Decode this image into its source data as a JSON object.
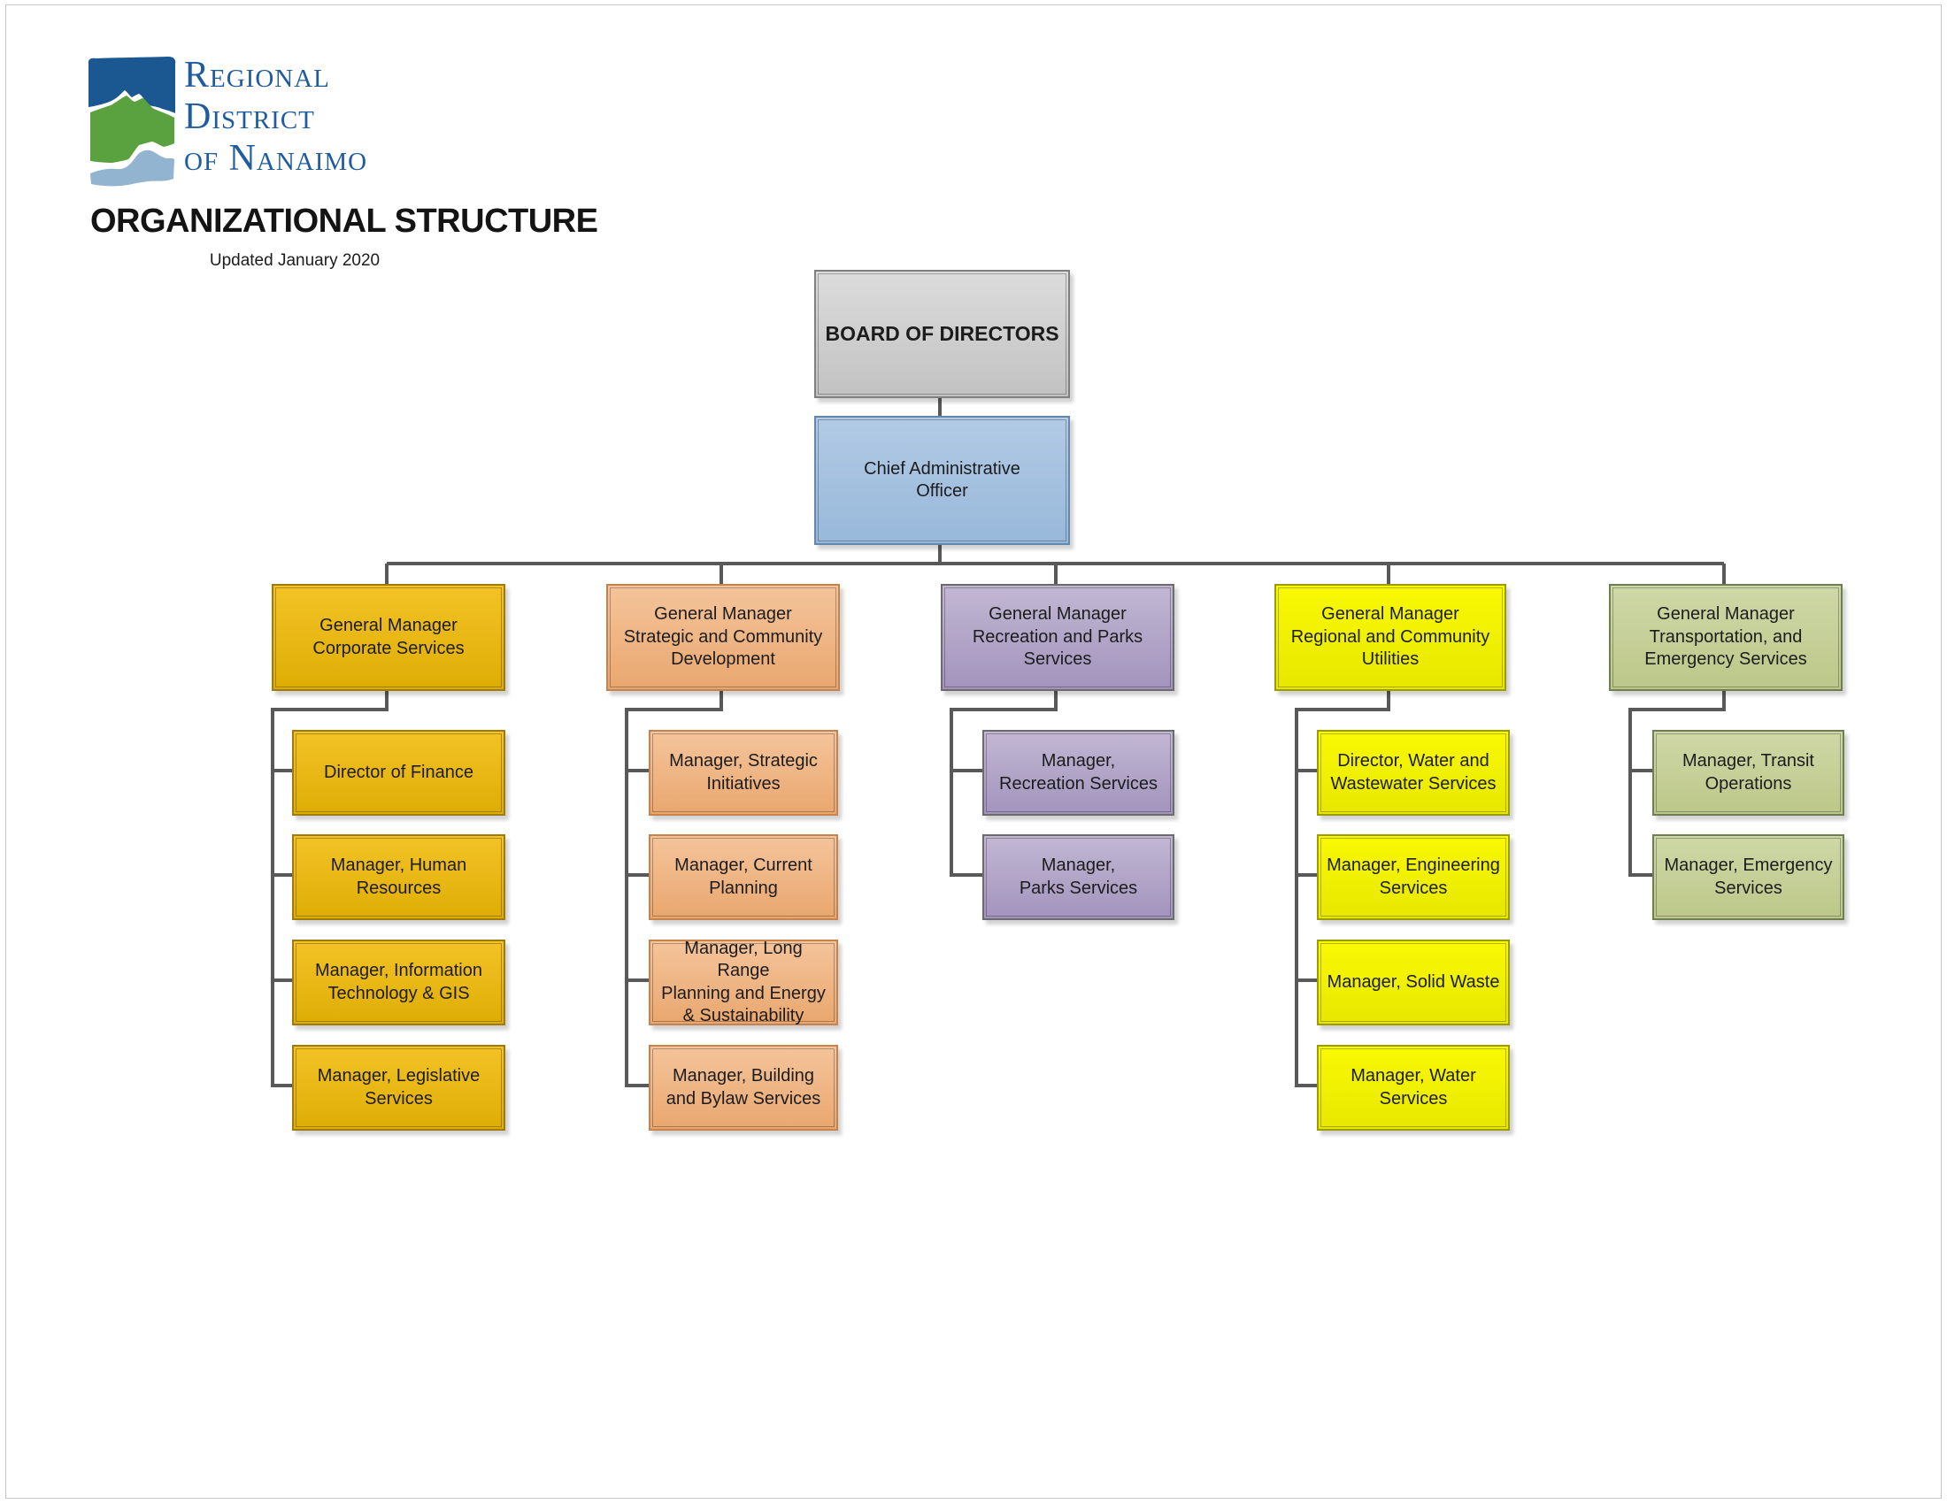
{
  "header": {
    "logo": {
      "line1": "Regional",
      "line2": "District",
      "line3": "of Nanaimo"
    },
    "title": "ORGANIZATIONAL STRUCTURE",
    "subtitle": "Updated January 2020"
  },
  "org_chart": {
    "board": {
      "label": "BOARD OF DIRECTORS"
    },
    "cao": {
      "label": "Chief Administrative\nOfficer"
    },
    "branches": [
      {
        "name": "Corporate Services",
        "colors": {
          "fill_top": "#F3C327",
          "fill_bottom": "#DEAD04",
          "border": "#9E7B0C"
        },
        "gm": {
          "label": "General Manager\nCorporate Services"
        },
        "children": [
          {
            "label": "Director of Finance"
          },
          {
            "label": "Manager, Human\nResources"
          },
          {
            "label": "Manager, Information\nTechnology & GIS"
          },
          {
            "label": "Manager, Legislative\nServices"
          }
        ]
      },
      {
        "name": "Strategic and Community Development",
        "colors": {
          "fill_top": "#F4C49B",
          "fill_bottom": "#E9A76F",
          "border": "#C8824E"
        },
        "gm": {
          "label": "General Manager\nStrategic and Community\nDevelopment"
        },
        "children": [
          {
            "label": "Manager, Strategic\nInitiatives"
          },
          {
            "label": "Manager, Current\nPlanning"
          },
          {
            "label": "Manager, Long Range\nPlanning and Energy\n& Sustainability"
          },
          {
            "label": "Manager, Building\nand Bylaw Services"
          }
        ]
      },
      {
        "name": "Recreation and Parks Services",
        "colors": {
          "fill_top": "#C2B7D3",
          "fill_bottom": "#A294BD",
          "border": "#6B6B6B"
        },
        "gm": {
          "label": "General Manager\nRecreation and Parks\nServices"
        },
        "children": [
          {
            "label": "Manager,\nRecreation Services"
          },
          {
            "label": "Manager,\nParks Services"
          }
        ]
      },
      {
        "name": "Regional and Community Utilities",
        "colors": {
          "fill_top": "#F9F903",
          "fill_bottom": "#E7E700",
          "border": "#9C9C00"
        },
        "gm": {
          "label": "General Manager\nRegional and Community\nUtilities"
        },
        "children": [
          {
            "label": "Director, Water and\nWastewater Services"
          },
          {
            "label": "Manager, Engineering\nServices"
          },
          {
            "label": "Manager, Solid Waste"
          },
          {
            "label": "Manager, Water\nServices"
          }
        ]
      },
      {
        "name": "Transportation and Emergency Services",
        "colors": {
          "fill_top": "#CFD8A7",
          "fill_bottom": "#BCC789",
          "border": "#6F7D50"
        },
        "gm": {
          "label": "General Manager\nTransportation, and\nEmergency Services"
        },
        "children": [
          {
            "label": "Manager, Transit\nOperations"
          },
          {
            "label": "Manager, Emergency\nServices"
          }
        ]
      }
    ],
    "style": {
      "connector_color": "#595959",
      "board_fill_top": "#DCDCDC",
      "board_fill_bottom": "#C2C2C2",
      "board_border": "#7F7F7F",
      "cao_fill_top": "#B2CAE5",
      "cao_fill_bottom": "#98B8DA",
      "cao_border": "#6189AF",
      "logo_blue": "#1B5790",
      "logo_green": "#5AA13F",
      "logo_light_blue": "#93B4D0",
      "logo_text_blue": "#1E5C9E"
    }
  }
}
